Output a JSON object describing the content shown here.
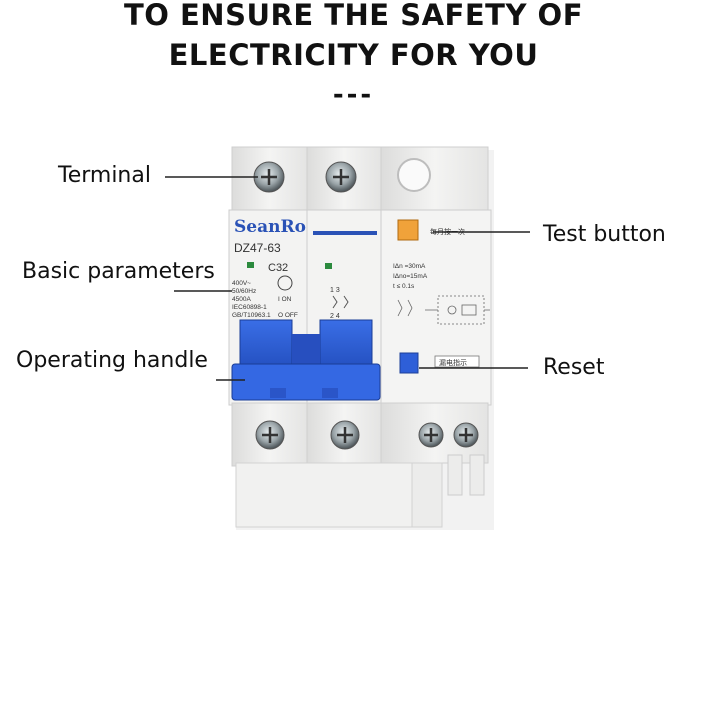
{
  "headline": {
    "line1": "TO ENSURE THE SAFETY OF",
    "line2": "ELECTRICITY FOR YOU",
    "line3": "---"
  },
  "callouts": {
    "terminal": "Terminal",
    "basic_parameters": "Basic parameters",
    "operating_handle": "Operating handle",
    "test_button": "Test button",
    "reset": "Reset"
  },
  "breaker": {
    "brand": "SeanRo",
    "model": "DZ47-63",
    "rating": "C32",
    "spec_voltage": "400V~",
    "spec_freq": "50/60Hz",
    "spec_breaking": "4500A",
    "spec_std1": "IEC60898-1",
    "spec_std2": "GB/T10963.1",
    "on_label": "I ON",
    "off_label": "O OFF",
    "rcd_line1": "IΔn =30mA",
    "rcd_line2": "IΔno=15mA",
    "rcd_line3": "t ≤ 0.1s",
    "test_caption": "每月按一次",
    "reset_caption": "漏电指示",
    "pole_terminals_top": "1  3",
    "pole_terminals_bottom": "2  4"
  },
  "colors": {
    "handle_blue": "#2e5fd8",
    "brand_blue": "#2a52b6",
    "test_orange": "#f0a23a",
    "body_white": "#f0f0ef"
  }
}
